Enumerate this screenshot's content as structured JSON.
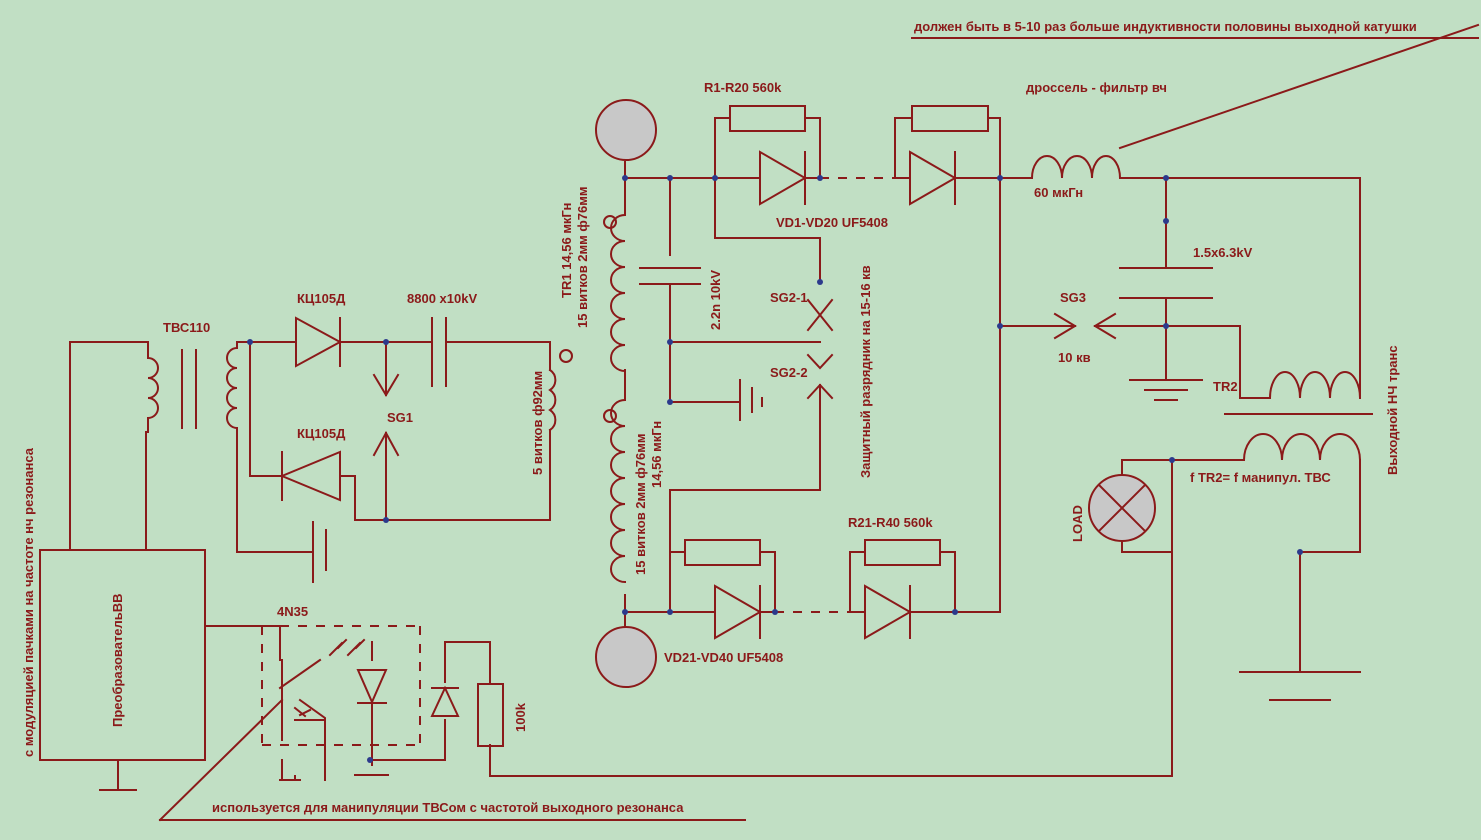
{
  "labels": {
    "note_top": "должен быть в 5-10 раз больше индуктивности половины выходной катушки",
    "r1_r20": "R1-R20 560k",
    "choke": "дроссель - фильтр вч",
    "choke_value": "60 мкГн",
    "vd1_vd20": "VD1-VD20 UF5408",
    "cap_out": "1.5x6.3kV",
    "sg3": "SG3",
    "sg3_voltage": "10 кв",
    "tr2": "TR2",
    "out_tr": "Выходной НЧ транс",
    "f_tr2": "f TR2= f  манипул. ТВС",
    "load": "LOAD",
    "r21_r40": "R21-R40 560k",
    "vd21_vd40": "VD21-VD40 UF5408",
    "sg2_1": "SG2-1",
    "sg2_2": "SG2-2",
    "protective_gap": "Защитный разрядник на 15-16 кв",
    "cap_2n2": "2.2n 10kV",
    "tr1_top": "TR1  14,56 мкГн",
    "tr1_top2": "15 витков 2мм ф76мм",
    "tr1_bot": "15 витков 2мм ф76мм",
    "tr1_bot2": "14,56 мкГн",
    "prim_5": "5 витков ф92мм",
    "kc_top": "КЦ105Д",
    "kc_bot": "КЦ105Д",
    "cap_8800": "8800 x10kV",
    "sg1": "SG1",
    "tbc110": "ТВС110",
    "converter": "ПреобразовательВВ",
    "note_left": "с модуляцией пачками на частоте нч резонанса",
    "opto": "4N35",
    "r100k": "100k",
    "note_bottom": "используется для манипуляции ТВСом с частотой выходного резонанса"
  }
}
